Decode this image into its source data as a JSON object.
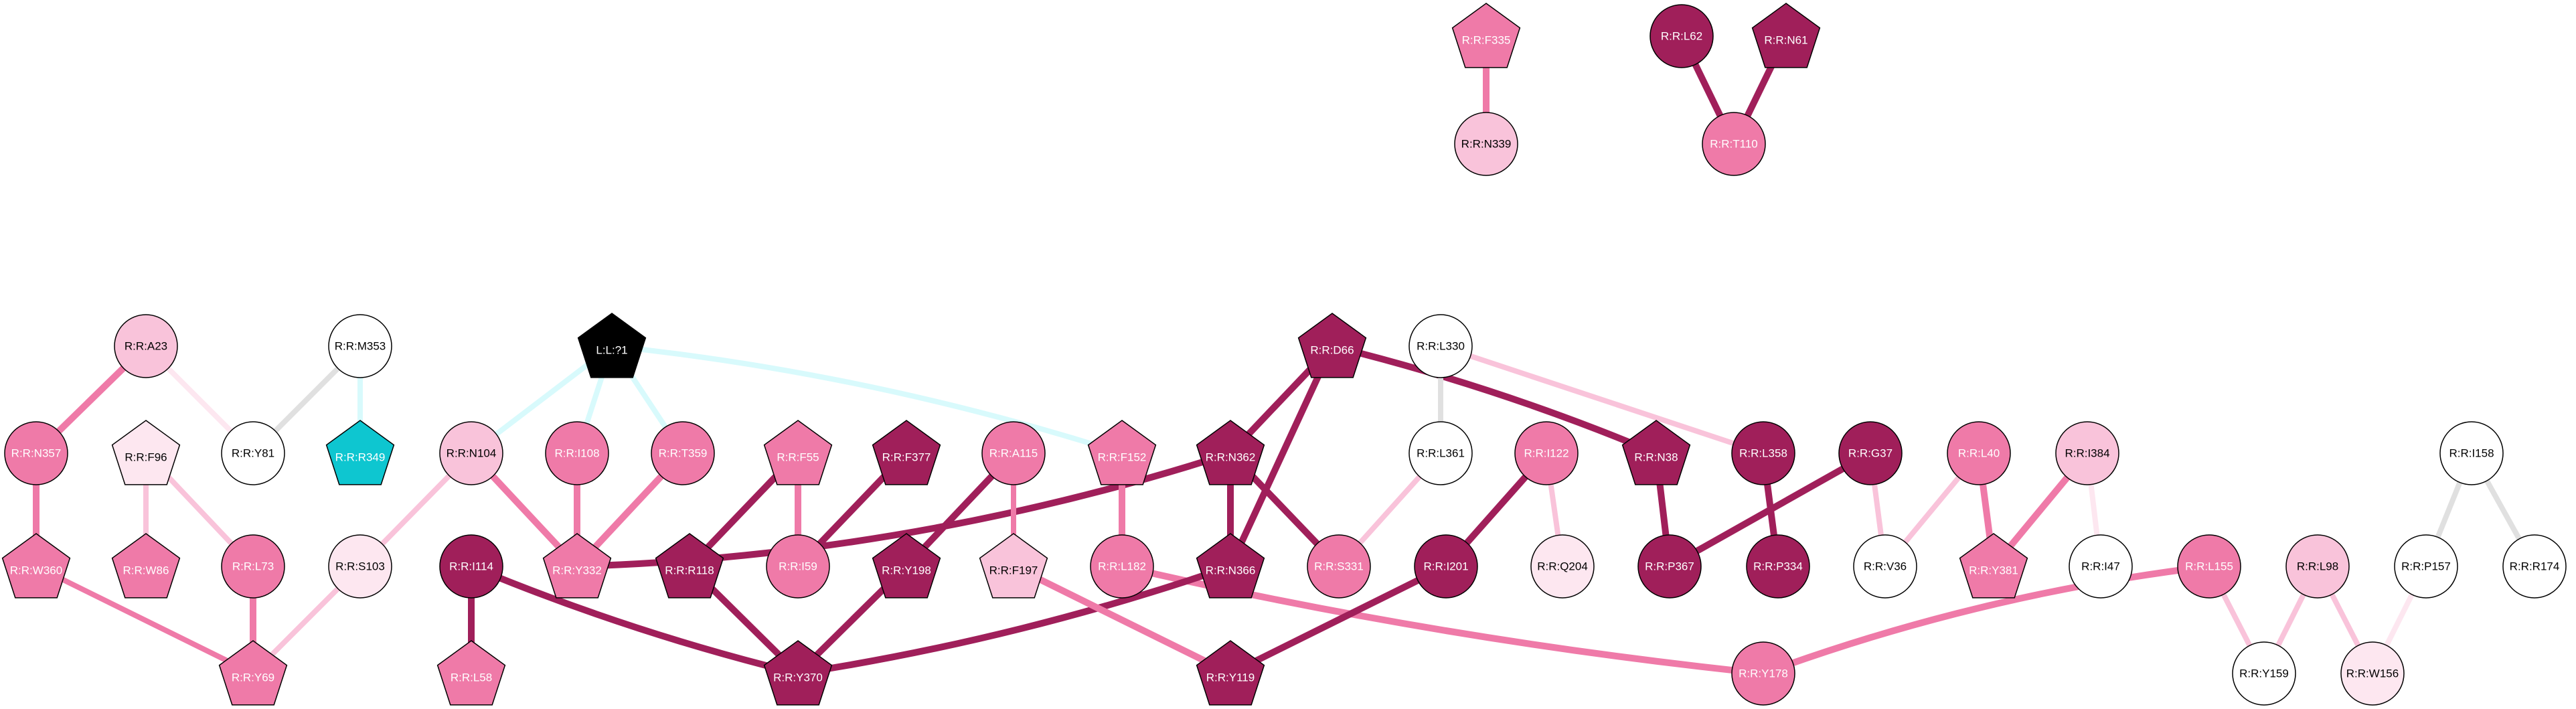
{
  "colors": {
    "white": "#ffffff",
    "very_light": "#fde7f0",
    "light": "#f9c3da",
    "mid": "#ef7aa8",
    "dark": "#a01f5a",
    "teal": "#0ec6d0",
    "black": "#000000",
    "edge_gray": "#e0e0e0",
    "edge_cyan": "#d8fafc"
  },
  "nodes": [
    {
      "id": "F335",
      "label": "R:R:F335",
      "shape": "pentagon",
      "fill": "mid"
    },
    {
      "id": "N339",
      "label": "R:R:N339",
      "shape": "circle",
      "fill": "light"
    },
    {
      "id": "L62",
      "label": "R:R:L62",
      "shape": "circle",
      "fill": "dark"
    },
    {
      "id": "N61",
      "label": "R:R:N61",
      "shape": "pentagon",
      "fill": "dark"
    },
    {
      "id": "T110",
      "label": "R:R:T110",
      "shape": "circle",
      "fill": "mid"
    },
    {
      "id": "A23",
      "label": "R:R:A23",
      "shape": "circle",
      "fill": "light"
    },
    {
      "id": "M353",
      "label": "R:R:M353",
      "shape": "circle",
      "fill": "white"
    },
    {
      "id": "L71",
      "label": "L:L:?1",
      "shape": "pentagon",
      "fill": "black"
    },
    {
      "id": "D66",
      "label": "R:R:D66",
      "shape": "pentagon",
      "fill": "dark"
    },
    {
      "id": "L330",
      "label": "R:R:L330",
      "shape": "circle",
      "fill": "white"
    },
    {
      "id": "N357",
      "label": "R:R:N357",
      "shape": "circle",
      "fill": "mid"
    },
    {
      "id": "F96",
      "label": "R:R:F96",
      "shape": "pentagon",
      "fill": "very_light"
    },
    {
      "id": "Y81",
      "label": "R:R:Y81",
      "shape": "circle",
      "fill": "white"
    },
    {
      "id": "R349",
      "label": "R:R:R349",
      "shape": "pentagon",
      "fill": "teal"
    },
    {
      "id": "N104",
      "label": "R:R:N104",
      "shape": "circle",
      "fill": "light"
    },
    {
      "id": "I108",
      "label": "R:R:I108",
      "shape": "circle",
      "fill": "mid"
    },
    {
      "id": "T359",
      "label": "R:R:T359",
      "shape": "circle",
      "fill": "mid"
    },
    {
      "id": "F55",
      "label": "R:R:F55",
      "shape": "pentagon",
      "fill": "mid"
    },
    {
      "id": "F377",
      "label": "R:R:F377",
      "shape": "pentagon",
      "fill": "dark"
    },
    {
      "id": "A115",
      "label": "R:R:A115",
      "shape": "circle",
      "fill": "mid"
    },
    {
      "id": "F152",
      "label": "R:R:F152",
      "shape": "pentagon",
      "fill": "mid"
    },
    {
      "id": "N362",
      "label": "R:R:N362",
      "shape": "pentagon",
      "fill": "dark"
    },
    {
      "id": "L361",
      "label": "R:R:L361",
      "shape": "circle",
      "fill": "white"
    },
    {
      "id": "I122",
      "label": "R:R:I122",
      "shape": "circle",
      "fill": "mid"
    },
    {
      "id": "N38",
      "label": "R:R:N38",
      "shape": "pentagon",
      "fill": "dark"
    },
    {
      "id": "L358",
      "label": "R:R:L358",
      "shape": "circle",
      "fill": "dark"
    },
    {
      "id": "G37",
      "label": "R:R:G37",
      "shape": "circle",
      "fill": "dark"
    },
    {
      "id": "L40",
      "label": "R:R:L40",
      "shape": "circle",
      "fill": "mid"
    },
    {
      "id": "I384",
      "label": "R:R:I384",
      "shape": "circle",
      "fill": "light"
    },
    {
      "id": "I158",
      "label": "R:R:I158",
      "shape": "circle",
      "fill": "white"
    },
    {
      "id": "W360",
      "label": "R:R:W360",
      "shape": "pentagon",
      "fill": "mid"
    },
    {
      "id": "W86",
      "label": "R:R:W86",
      "shape": "pentagon",
      "fill": "mid"
    },
    {
      "id": "L73",
      "label": "R:R:L73",
      "shape": "circle",
      "fill": "mid"
    },
    {
      "id": "S103",
      "label": "R:R:S103",
      "shape": "circle",
      "fill": "very_light"
    },
    {
      "id": "Y332",
      "label": "R:R:Y332",
      "shape": "pentagon",
      "fill": "mid"
    },
    {
      "id": "R118",
      "label": "R:R:R118",
      "shape": "pentagon",
      "fill": "dark"
    },
    {
      "id": "I59",
      "label": "R:R:I59",
      "shape": "circle",
      "fill": "mid"
    },
    {
      "id": "Y198",
      "label": "R:R:Y198",
      "shape": "pentagon",
      "fill": "dark"
    },
    {
      "id": "F197",
      "label": "R:R:F197",
      "shape": "pentagon",
      "fill": "light"
    },
    {
      "id": "L182",
      "label": "R:R:L182",
      "shape": "circle",
      "fill": "mid"
    },
    {
      "id": "N366",
      "label": "R:R:N366",
      "shape": "pentagon",
      "fill": "dark"
    },
    {
      "id": "S331",
      "label": "R:R:S331",
      "shape": "circle",
      "fill": "mid"
    },
    {
      "id": "I201",
      "label": "R:R:I201",
      "shape": "circle",
      "fill": "dark"
    },
    {
      "id": "Q204",
      "label": "R:R:Q204",
      "shape": "circle",
      "fill": "very_light"
    },
    {
      "id": "P367",
      "label": "R:R:P367",
      "shape": "circle",
      "fill": "dark"
    },
    {
      "id": "P334",
      "label": "R:R:P334",
      "shape": "circle",
      "fill": "dark"
    },
    {
      "id": "V36",
      "label": "R:R:V36",
      "shape": "circle",
      "fill": "white"
    },
    {
      "id": "Y381",
      "label": "R:R:Y381",
      "shape": "pentagon",
      "fill": "mid"
    },
    {
      "id": "I47",
      "label": "R:R:I47",
      "shape": "circle",
      "fill": "white"
    },
    {
      "id": "L155",
      "label": "R:R:L155",
      "shape": "circle",
      "fill": "mid"
    },
    {
      "id": "L98",
      "label": "R:R:L98",
      "shape": "circle",
      "fill": "light"
    },
    {
      "id": "P157",
      "label": "R:R:P157",
      "shape": "circle",
      "fill": "white"
    },
    {
      "id": "R174",
      "label": "R:R:R174",
      "shape": "circle",
      "fill": "white"
    },
    {
      "id": "I114",
      "label": "R:R:I114",
      "shape": "circle",
      "fill": "dark"
    },
    {
      "id": "L58",
      "label": "R:R:L58",
      "shape": "pentagon",
      "fill": "mid"
    },
    {
      "id": "Y69",
      "label": "R:R:Y69",
      "shape": "pentagon",
      "fill": "mid"
    },
    {
      "id": "Y370",
      "label": "R:R:Y370",
      "shape": "pentagon",
      "fill": "dark"
    },
    {
      "id": "Y119",
      "label": "R:R:Y119",
      "shape": "pentagon",
      "fill": "dark"
    },
    {
      "id": "Y178",
      "label": "R:R:Y178",
      "shape": "circle",
      "fill": "mid"
    },
    {
      "id": "Y159",
      "label": "R:R:Y159",
      "shape": "circle",
      "fill": "white"
    },
    {
      "id": "W156",
      "label": "R:R:W156",
      "shape": "circle",
      "fill": "very_light"
    }
  ],
  "edges": [
    {
      "from": "F335",
      "to": "N339",
      "color": "mid",
      "weight": "medium"
    },
    {
      "from": "L62",
      "to": "T110",
      "color": "dark",
      "weight": "medium"
    },
    {
      "from": "N61",
      "to": "T110",
      "color": "dark",
      "weight": "medium"
    },
    {
      "from": "A23",
      "to": "N357",
      "color": "mid",
      "weight": "medium"
    },
    {
      "from": "A23",
      "to": "Y81",
      "color": "very_light",
      "weight": "thin"
    },
    {
      "from": "M353",
      "to": "Y81",
      "color": "edge_gray",
      "weight": "thin"
    },
    {
      "from": "M353",
      "to": "R349",
      "color": "edge_cyan",
      "weight": "thin"
    },
    {
      "from": "N357",
      "to": "W360",
      "color": "mid",
      "weight": "medium"
    },
    {
      "from": "F96",
      "to": "W86",
      "color": "light",
      "weight": "thin"
    },
    {
      "from": "F96",
      "to": "L73",
      "color": "light",
      "weight": "thin"
    },
    {
      "from": "L73",
      "to": "Y69",
      "color": "mid",
      "weight": "medium"
    },
    {
      "from": "W360",
      "to": "Y69",
      "color": "mid",
      "weight": "thin"
    },
    {
      "from": "S103",
      "to": "Y69",
      "color": "light",
      "weight": "thin"
    },
    {
      "from": "N104",
      "to": "S103",
      "color": "light",
      "weight": "thin"
    },
    {
      "from": "L71",
      "to": "N104",
      "color": "edge_cyan",
      "weight": "thin"
    },
    {
      "from": "L71",
      "to": "I108",
      "color": "edge_cyan",
      "weight": "thin"
    },
    {
      "from": "L71",
      "to": "T359",
      "color": "edge_cyan",
      "weight": "thin"
    },
    {
      "from": "L71",
      "to": "F152",
      "color": "edge_cyan",
      "weight": "thin",
      "curve": -40
    },
    {
      "from": "N104",
      "to": "Y332",
      "color": "mid",
      "weight": "medium"
    },
    {
      "from": "I108",
      "to": "Y332",
      "color": "mid",
      "weight": "medium"
    },
    {
      "from": "T359",
      "to": "Y332",
      "color": "mid",
      "weight": "medium"
    },
    {
      "from": "N362",
      "to": "Y332",
      "color": "dark",
      "weight": "medium",
      "curve": -70
    },
    {
      "from": "F55",
      "to": "R118",
      "color": "dark",
      "weight": "medium"
    },
    {
      "from": "F55",
      "to": "I59",
      "color": "mid",
      "weight": "medium"
    },
    {
      "from": "F377",
      "to": "I59",
      "color": "dark",
      "weight": "medium"
    },
    {
      "from": "A115",
      "to": "Y198",
      "color": "dark",
      "weight": "medium"
    },
    {
      "from": "A115",
      "to": "F197",
      "color": "mid",
      "weight": "thin"
    },
    {
      "from": "F152",
      "to": "L182",
      "color": "mid",
      "weight": "medium"
    },
    {
      "from": "D66",
      "to": "N362",
      "color": "dark",
      "weight": "medium"
    },
    {
      "from": "D66",
      "to": "N366",
      "color": "dark",
      "weight": "medium"
    },
    {
      "from": "D66",
      "to": "N38",
      "color": "dark",
      "weight": "medium",
      "curve": -20
    },
    {
      "from": "N362",
      "to": "N366",
      "color": "dark",
      "weight": "medium"
    },
    {
      "from": "N362",
      "to": "S331",
      "color": "dark",
      "weight": "medium"
    },
    {
      "from": "L330",
      "to": "L361",
      "color": "edge_gray",
      "weight": "thin"
    },
    {
      "from": "L330",
      "to": "L358",
      "color": "light",
      "weight": "thin"
    },
    {
      "from": "L361",
      "to": "S331",
      "color": "light",
      "weight": "thin"
    },
    {
      "from": "I122",
      "to": "I201",
      "color": "dark",
      "weight": "medium"
    },
    {
      "from": "I122",
      "to": "Q204",
      "color": "light",
      "weight": "thin"
    },
    {
      "from": "N38",
      "to": "P367",
      "color": "dark",
      "weight": "medium"
    },
    {
      "from": "G37",
      "to": "P367",
      "color": "dark",
      "weight": "medium"
    },
    {
      "from": "G37",
      "to": "V36",
      "color": "light",
      "weight": "thin"
    },
    {
      "from": "L358",
      "to": "P334",
      "color": "dark",
      "weight": "medium"
    },
    {
      "from": "L40",
      "to": "V36",
      "color": "light",
      "weight": "thin"
    },
    {
      "from": "L40",
      "to": "Y381",
      "color": "mid",
      "weight": "medium"
    },
    {
      "from": "I384",
      "to": "Y381",
      "color": "mid",
      "weight": "medium"
    },
    {
      "from": "I384",
      "to": "I47",
      "color": "very_light",
      "weight": "thin"
    },
    {
      "from": "I158",
      "to": "P157",
      "color": "edge_gray",
      "weight": "thin"
    },
    {
      "from": "I158",
      "to": "R174",
      "color": "edge_gray",
      "weight": "thin"
    },
    {
      "from": "L98",
      "to": "Y159",
      "color": "light",
      "weight": "thin"
    },
    {
      "from": "L98",
      "to": "W156",
      "color": "light",
      "weight": "thin"
    },
    {
      "from": "P157",
      "to": "W156",
      "color": "very_light",
      "weight": "thin"
    },
    {
      "from": "L155",
      "to": "Y159",
      "color": "light",
      "weight": "thin"
    },
    {
      "from": "L155",
      "to": "Y178",
      "color": "mid",
      "weight": "medium",
      "curve": 40
    },
    {
      "from": "L182",
      "to": "Y178",
      "color": "mid",
      "weight": "medium",
      "curve": 30
    },
    {
      "from": "I114",
      "to": "L58",
      "color": "dark",
      "weight": "medium"
    },
    {
      "from": "I114",
      "to": "Y370",
      "color": "dark",
      "weight": "medium",
      "curve": 20
    },
    {
      "from": "R118",
      "to": "Y370",
      "color": "dark",
      "weight": "medium"
    },
    {
      "from": "Y198",
      "to": "Y370",
      "color": "dark",
      "weight": "medium"
    },
    {
      "from": "N366",
      "to": "Y370",
      "color": "dark",
      "weight": "medium",
      "curve": -30
    },
    {
      "from": "F197",
      "to": "Y119",
      "color": "mid",
      "weight": "medium"
    },
    {
      "from": "I201",
      "to": "Y119",
      "color": "dark",
      "weight": "medium"
    }
  ]
}
